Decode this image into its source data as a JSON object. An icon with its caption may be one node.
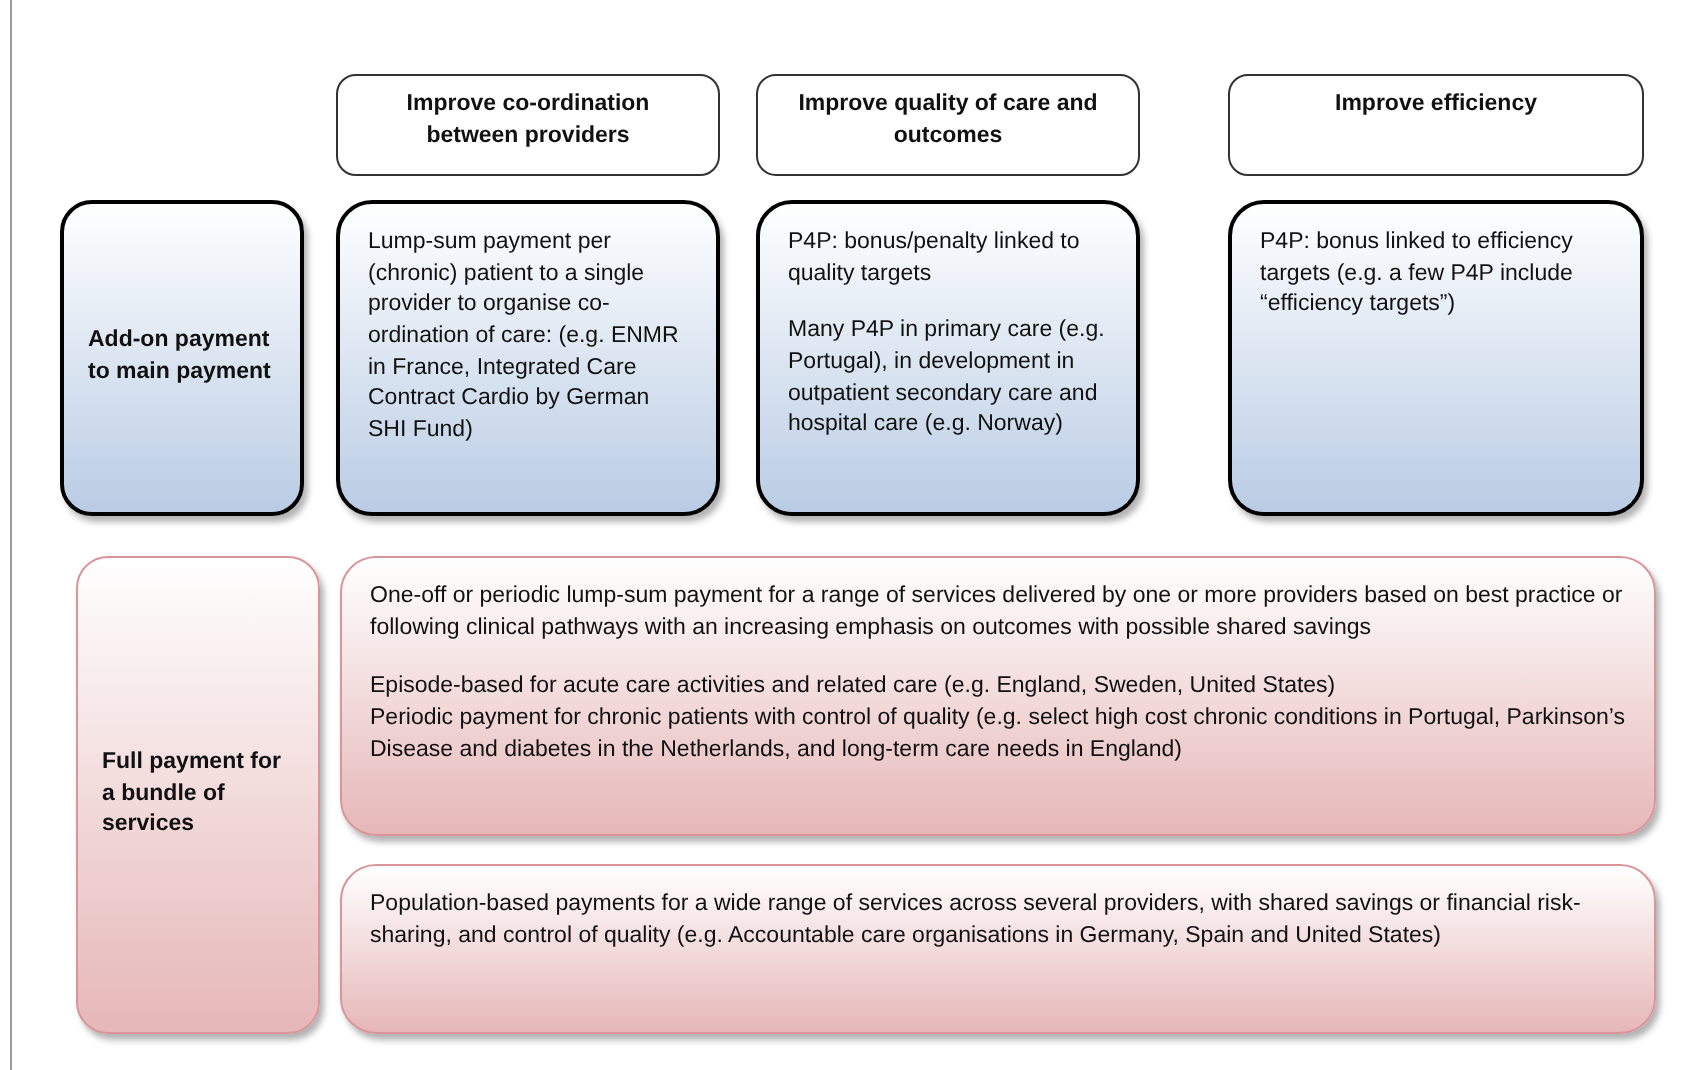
{
  "diagram": {
    "nodes": [
      {
        "text": [
          "Improve co-ordination between providers"
        ]
      },
      {
        "text": [
          "Improve quality of care and outcomes"
        ]
      },
      {
        "text": [
          "Improve efficiency"
        ]
      },
      {
        "text": [
          "Add-on payment to main payment"
        ]
      },
      {
        "text": [
          "Lump-sum payment per (chronic) patient to a single provider to organise co-ordination of care: (e.g. ENMR in France, Integrated Care Contract Cardio by German SHI Fund)"
        ]
      },
      {
        "text": [
          "P4P: bonus/penalty linked to quality targets",
          "Many P4P in primary care (e.g. Portugal), in development in outpatient secondary care and hospital care (e.g. Norway)"
        ]
      },
      {
        "text": [
          "P4P: bonus linked to efficiency targets (e.g. a few P4P include “efficiency targets”)"
        ]
      },
      {
        "text": [
          "Full payment for a bundle of services"
        ]
      },
      {
        "text": [
          "One-off or periodic lump-sum payment for a range of services delivered by one or more providers based on best practice or following clinical pathways with an increasing emphasis on outcomes with possible shared savings",
          "Episode-based for acute care activities and related care (e.g. England, Sweden, United States)",
          "Periodic payment for chronic patients with control of quality (e.g. select high cost chronic conditions in Portugal, Parkinson’s Disease and diabetes in the Netherlands, and long-term care needs in England)"
        ]
      },
      {
        "text": [
          "Population-based payments for a wide range of services across several providers, with shared savings or financial risk-sharing, and control of quality (e.g. Accountable care organisations in Germany, Spain and United States)"
        ]
      }
    ]
  }
}
